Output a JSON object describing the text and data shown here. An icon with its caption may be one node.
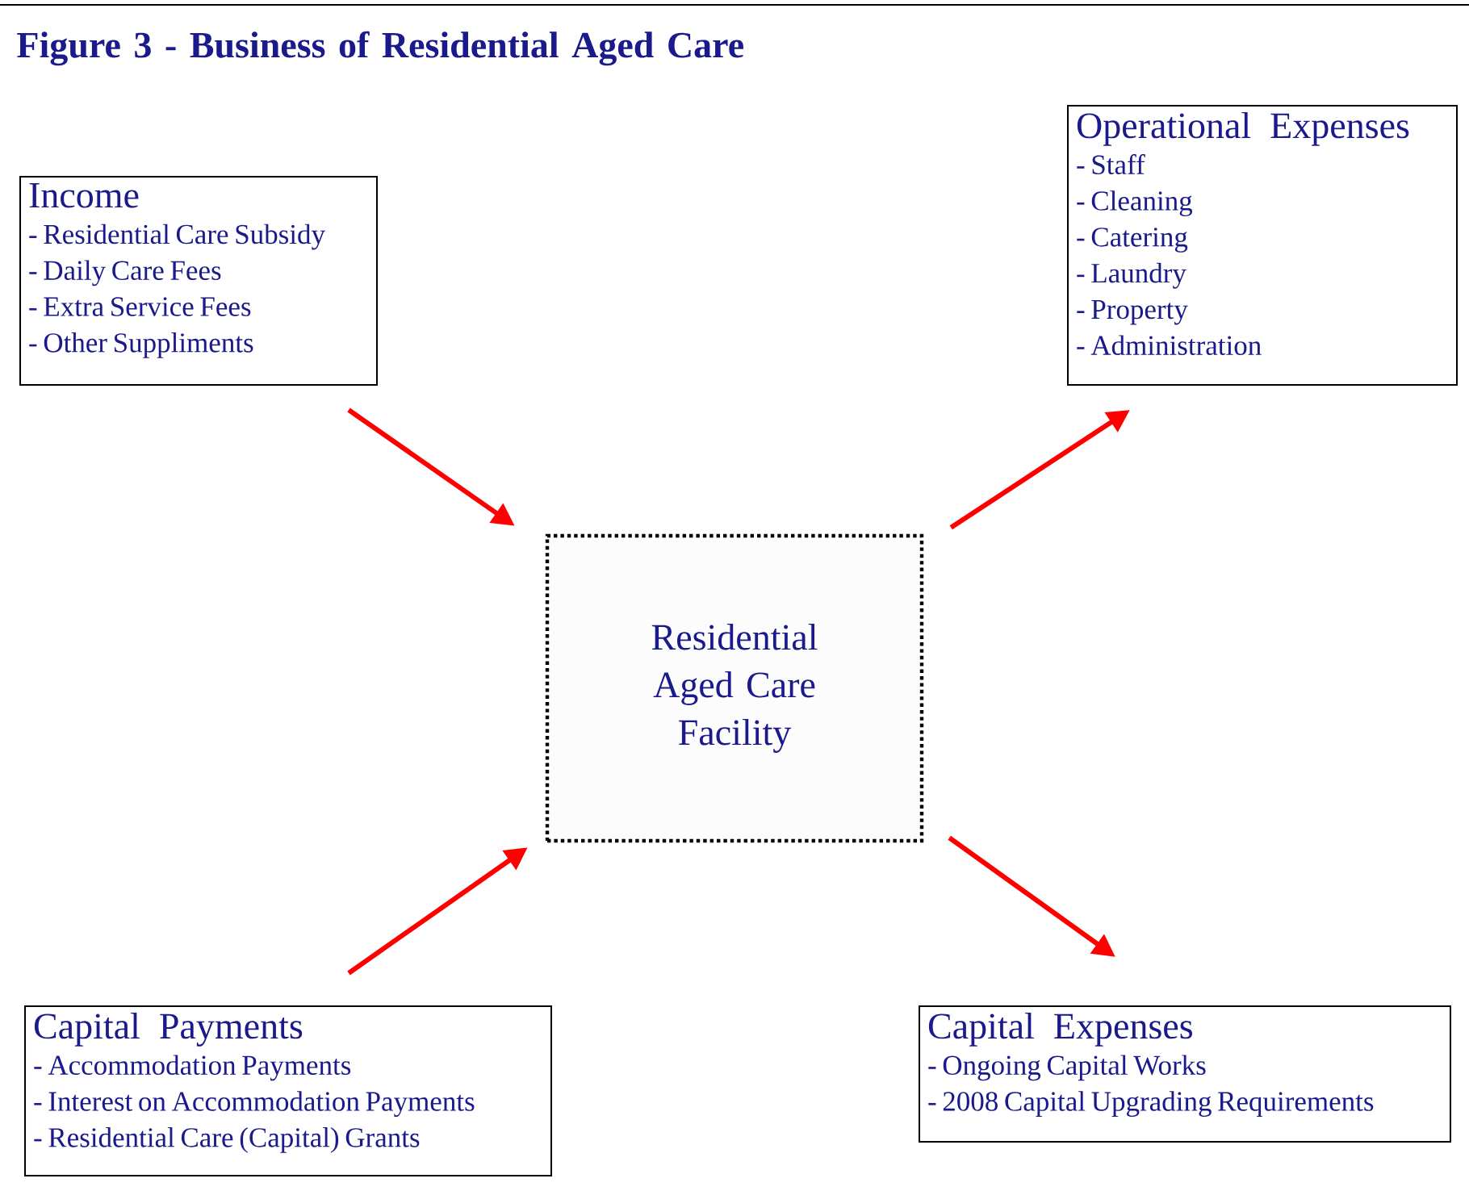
{
  "diagram": {
    "title": "Figure 3 - Business of Residential Aged Care",
    "nodes": [
      {
        "text": [
          "Income",
          "- Residential Care Subsidy",
          "- Daily Care Fees",
          "- Extra Service Fees",
          "- Other Suppliments"
        ]
      },
      {
        "text": [
          "Operational Expenses",
          "- Staff",
          "- Cleaning",
          "- Catering",
          "- Laundry",
          "- Property",
          "- Administration"
        ]
      },
      {
        "text": [
          "Residential Aged Care Facility"
        ]
      },
      {
        "text": [
          "Capital Payments",
          "- Accommodation Payments",
          "- Interest on Accommodation Payments",
          "- Residential Care (Capital) Grants"
        ]
      },
      {
        "text": [
          "Capital Expenses",
          "- Ongoing Capital Works",
          "- 2008 Capital Upgrading Requirements"
        ]
      }
    ],
    "edges": [
      {
        "from": 0,
        "to": 2,
        "arrow": "to",
        "color": "#ff0000"
      },
      {
        "from": 2,
        "to": 1,
        "arrow": "to",
        "color": "#ff0000"
      },
      {
        "from": 3,
        "to": 2,
        "arrow": "to",
        "color": "#ff0000"
      },
      {
        "from": 2,
        "to": 4,
        "arrow": "to",
        "color": "#ff0000"
      }
    ]
  }
}
